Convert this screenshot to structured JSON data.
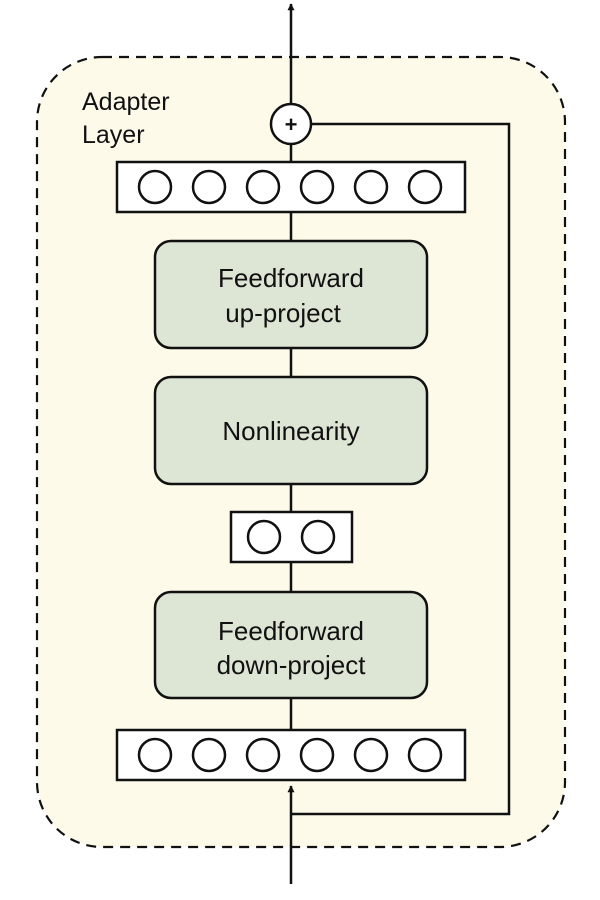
{
  "adapter": {
    "title_line1": "Adapter",
    "title_line2": "Layer",
    "background_color": "#fdfaea"
  },
  "blocks": {
    "up_project": {
      "line1": "Feedforward",
      "line2": "up-project"
    },
    "nonlinearity": {
      "line1": "Nonlinearity"
    },
    "down_project": {
      "line1": "Feedforward",
      "line2": "down-project"
    },
    "fill_color": "#dde5d4"
  },
  "vectors": {
    "output_units": 6,
    "bottleneck_units": 2,
    "input_units": 6
  },
  "residual": {
    "operator": "+"
  }
}
